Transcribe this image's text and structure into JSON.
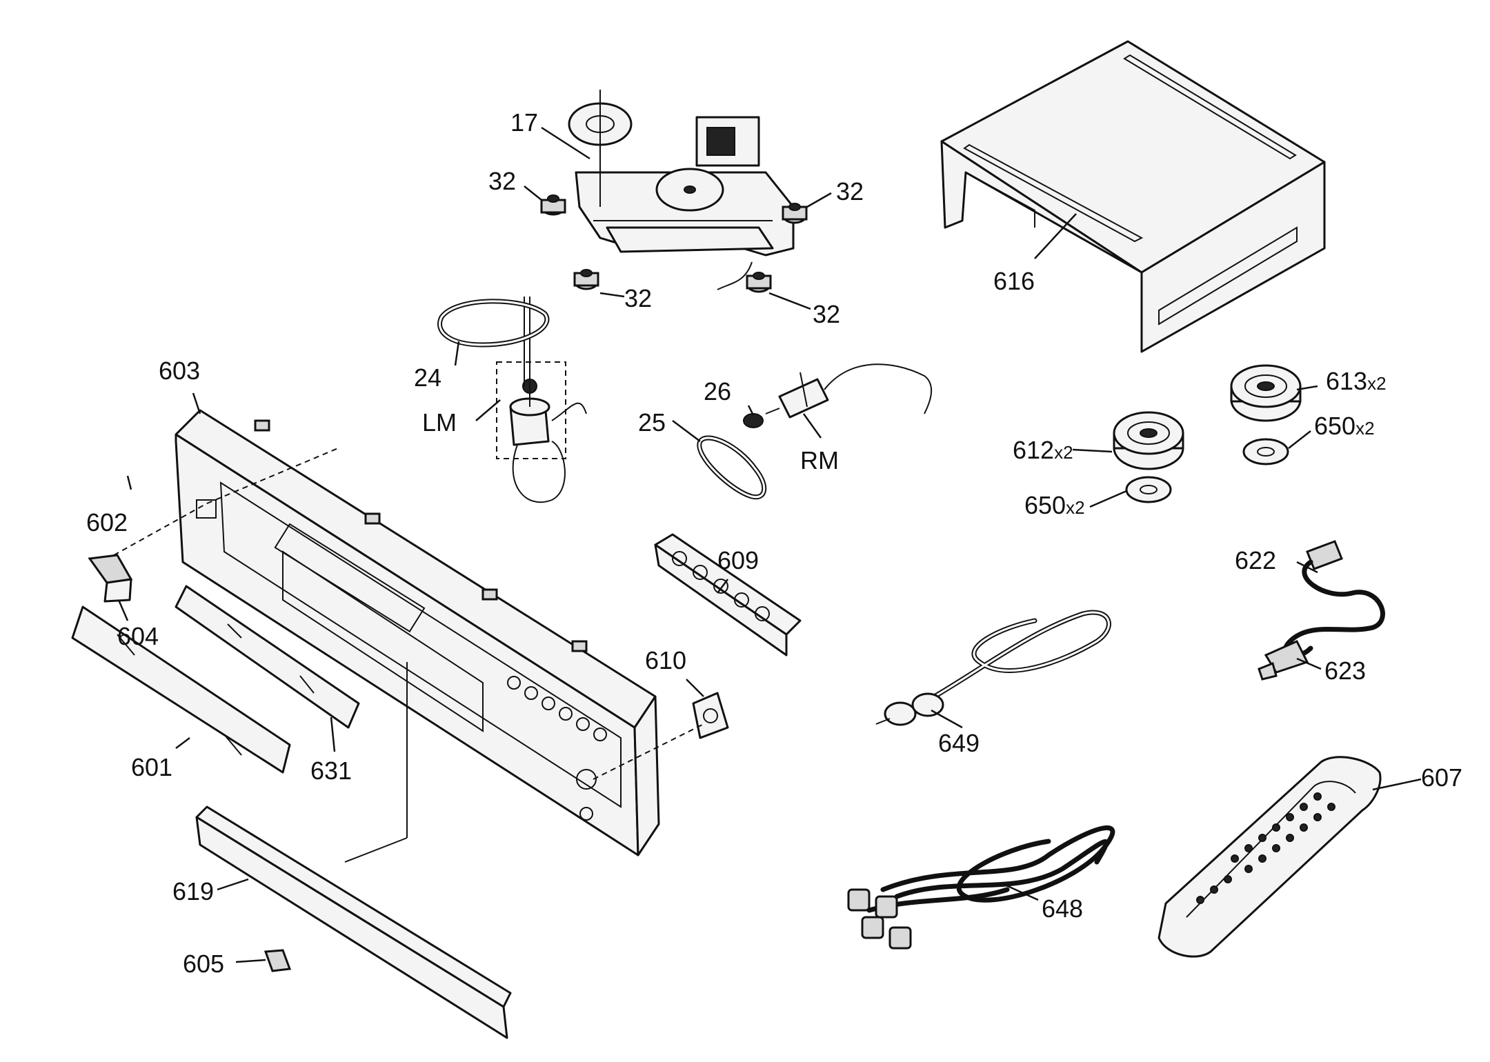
{
  "labels": {
    "l17": "17",
    "l32a": "32",
    "l32b": "32",
    "l32c": "32",
    "l32d": "32",
    "l24": "24",
    "lLM": "LM",
    "l26": "26",
    "l25": "25",
    "lRM": "RM",
    "l603": "603",
    "l602": "602",
    "l604": "604",
    "l601": "601",
    "l631": "631",
    "l619": "619",
    "l605": "605",
    "l609": "609",
    "l610": "610",
    "l616": "616",
    "l613": "613",
    "l613x": "x2",
    "l650a": "650",
    "l650ax": "x2",
    "l612": "612",
    "l612x": "x2",
    "l650b": "650",
    "l650bx": "x2",
    "l622": "622",
    "l623": "623",
    "l649": "649",
    "l648": "648",
    "l607": "607"
  }
}
